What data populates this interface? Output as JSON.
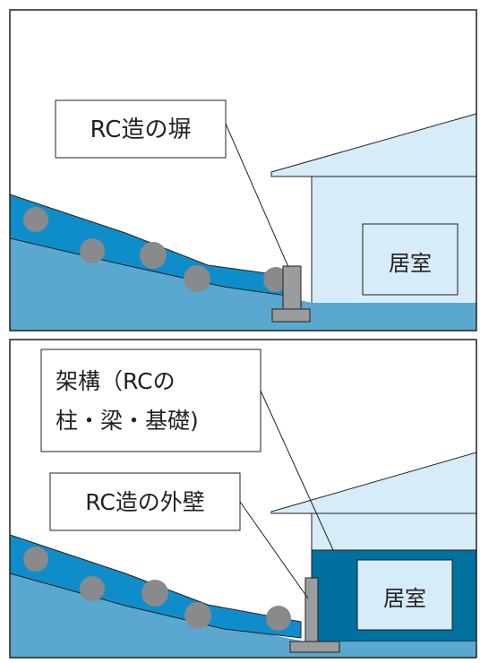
{
  "panel_top": {
    "callout_label": "RC造の塀",
    "room_label": "居室"
  },
  "panel_bottom": {
    "callout_frame_line1": "架構（RCの",
    "callout_frame_line2": "柱・梁・基礎)",
    "callout_wall_label": "RC造の外壁",
    "room_label": "居室"
  },
  "colors": {
    "sky": "#ffffff",
    "ground": "#5aa8cf",
    "soil_layer": "#0f8dca",
    "house": "#d6ecf8",
    "rc_frame": "#00709e",
    "boulder": "#888a8c",
    "concrete": "#9a9c9e",
    "outline": "#231f20"
  }
}
